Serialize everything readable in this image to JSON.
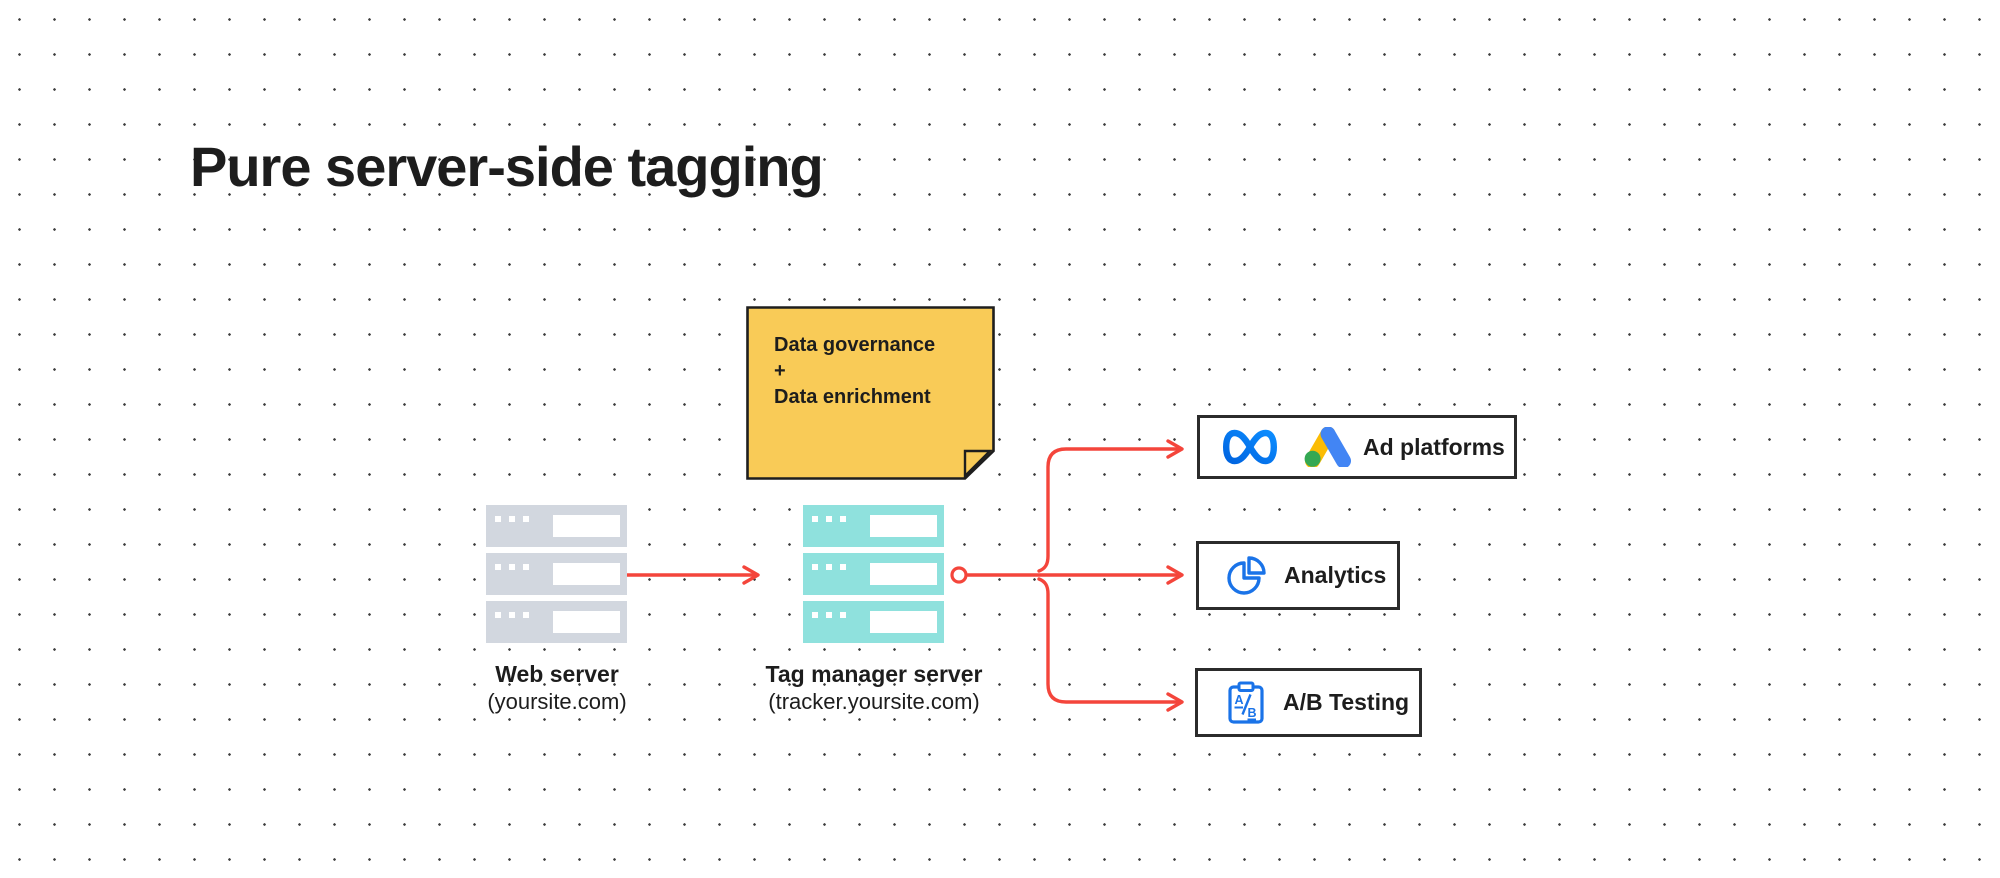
{
  "title": "Pure server-side tagging",
  "sticky_note": {
    "lines": [
      "Data governance",
      "+",
      "Data enrichment"
    ]
  },
  "servers": {
    "web": {
      "label": "Web server",
      "domain": "(yoursite.com)"
    },
    "tag_manager": {
      "label": "Tag manager server",
      "domain": "(tracker.yoursite.com)"
    }
  },
  "destinations": {
    "ad_platforms": {
      "label": "Ad platforms",
      "icons": [
        "meta-icon",
        "google-ads-icon"
      ]
    },
    "analytics": {
      "label": "Analytics",
      "icons": [
        "pie-chart-icon"
      ]
    },
    "ab_testing": {
      "label": "A/B Testing",
      "icons": [
        "ab-clipboard-icon"
      ]
    }
  },
  "ab_icon_text": {
    "a": "A",
    "b": "B"
  },
  "colors": {
    "background": "#FFFFFF",
    "grid_dot": "#3D3D3D",
    "text": "#1D1D1D",
    "connector_red": "#F4453B",
    "note_fill": "#F9CB57",
    "note_border": "#1E1E1E",
    "box_border": "#2B2B2B",
    "server_gray": "#D2D7DF",
    "server_teal": "#8FE1DD",
    "icon_blue": "#1A73E8",
    "meta_blue_dark": "#0064E0",
    "meta_blue_light": "#0D8DFF",
    "gads_yellow": "#FBBC04",
    "gads_blue": "#4285F4",
    "gads_green": "#34A853"
  }
}
